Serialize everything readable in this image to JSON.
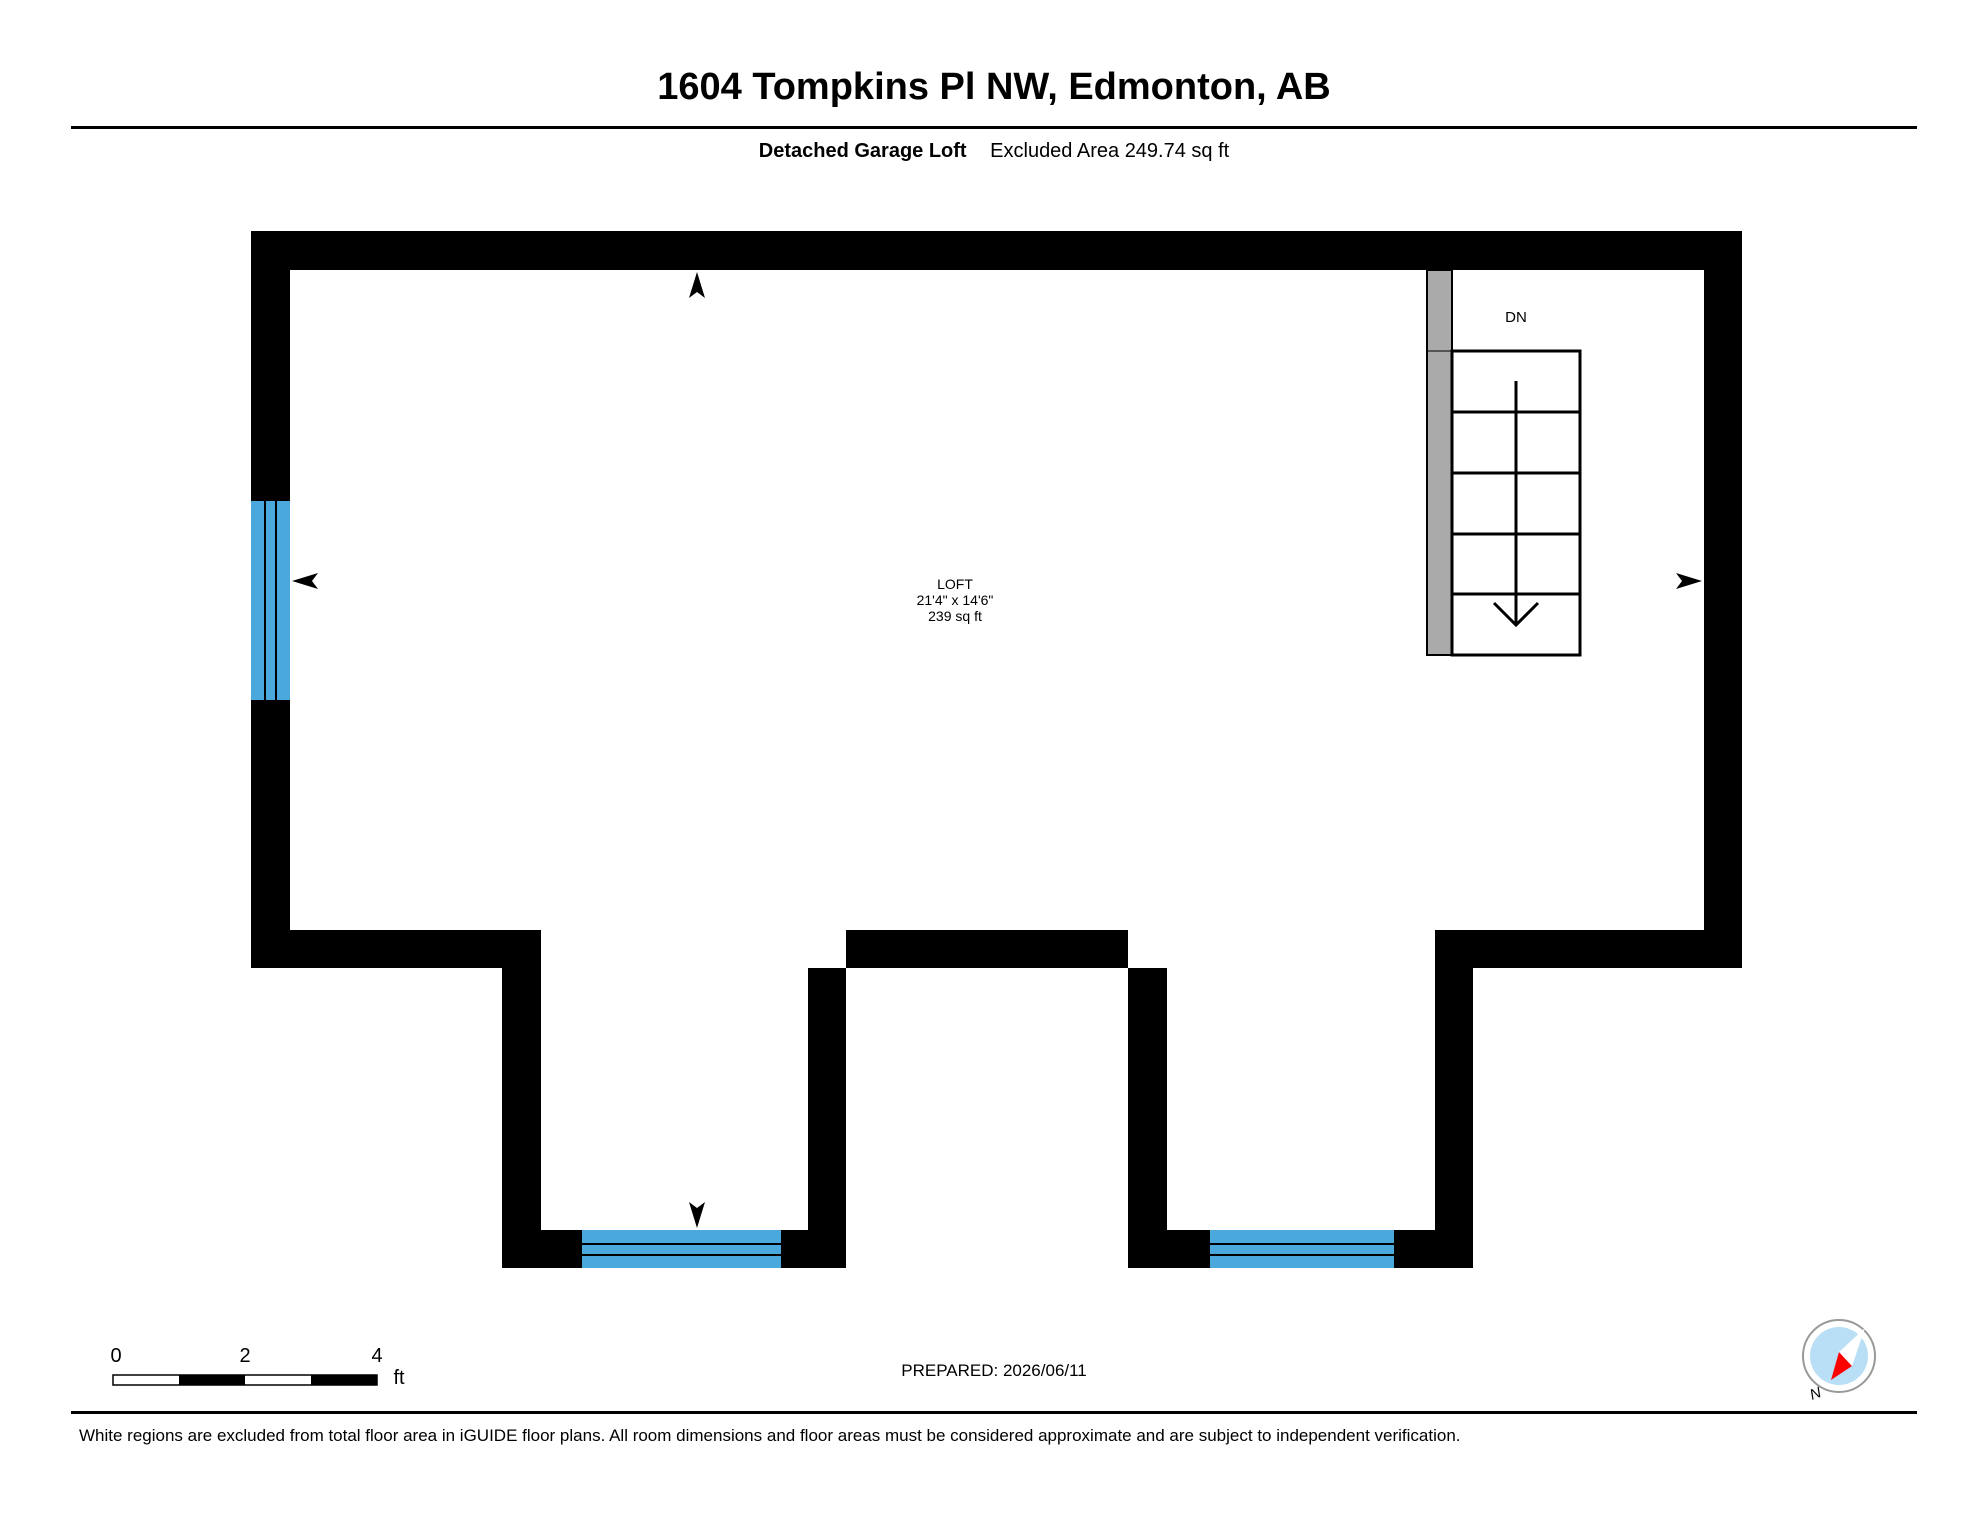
{
  "header": {
    "title": "1604 Tompkins Pl NW, Edmonton, AB",
    "floor_name": "Detached Garage Loft",
    "area_text": "Excluded Area 249.74 sq ft"
  },
  "plan": {
    "room": {
      "name": "LOFT",
      "dimensions": "21'4\" x 14'6\"",
      "area": "239 sq ft"
    },
    "stairs_label": "DN",
    "colors": {
      "wall": "#000000",
      "window": "#4aa8dc",
      "stair_rail": "#aaaaaa",
      "compass_fill": "#b8dff5",
      "compass_needle": "#ff0000"
    }
  },
  "scale_bar": {
    "ticks": [
      "0",
      "2",
      "4"
    ],
    "unit": "ft"
  },
  "compass": {
    "label": "N"
  },
  "footer": {
    "prepared": "PREPARED: 2026/06/11",
    "disclaimer": "White regions are excluded from total floor area in iGUIDE floor plans. All room dimensions and floor areas must be considered approximate and are subject to independent verification."
  }
}
